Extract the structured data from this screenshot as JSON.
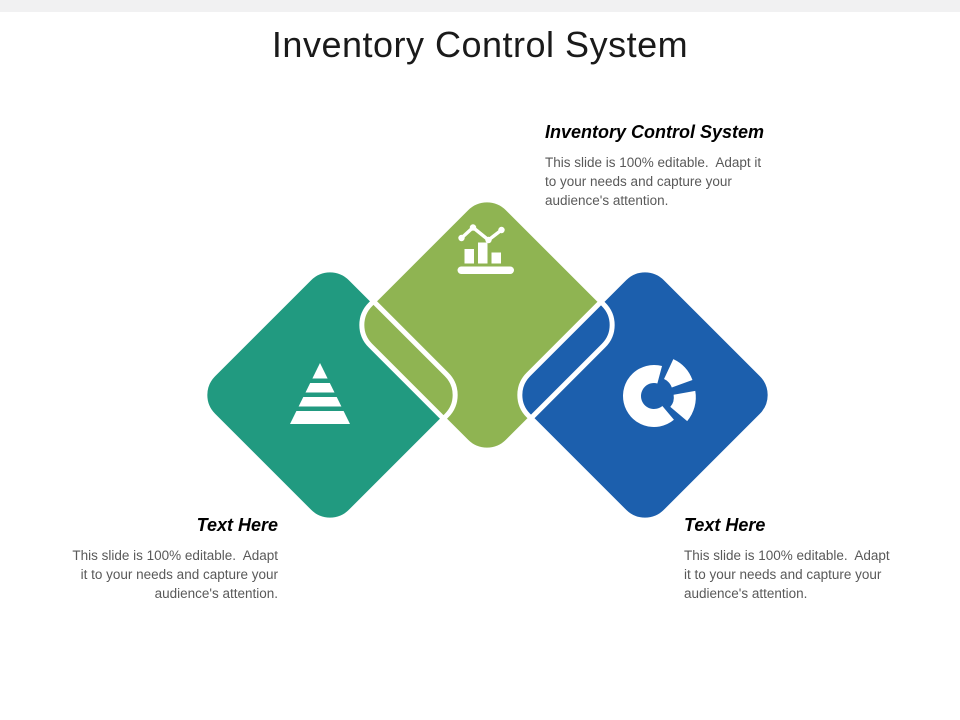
{
  "slide": {
    "title": "Inventory Control System",
    "background": "#ffffff",
    "strip_color": "#f1f1f2"
  },
  "colors": {
    "teal": "#219a80",
    "green": "#8fb452",
    "blue": "#1c5fad",
    "outline": "#ffffff",
    "icon": "#ffffff",
    "title_text": "#1a1a1a",
    "heading_text": "#000000",
    "body_text": "#595959"
  },
  "callouts": {
    "top_right": {
      "heading": "Inventory Control System",
      "lines": {
        "0": "This slide is 100% editable.  Adapt it",
        "1": "to your needs and capture your",
        "2": "audience's attention."
      }
    },
    "bottom_left": {
      "heading": "Text Here",
      "lines": {
        "0": "This slide is 100% editable.  Adapt",
        "1": "it to your needs and capture your",
        "2": "audience's attention."
      }
    },
    "bottom_right": {
      "heading": "Text Here",
      "lines": {
        "0": "This slide is 100% editable.  Adapt",
        "1": "it to your needs and capture your",
        "2": "audience's attention."
      }
    }
  },
  "icons": {
    "left_diamond": "pyramid-chart",
    "middle_diamond": "bar-line-chart",
    "right_diamond": "donut-chart"
  }
}
